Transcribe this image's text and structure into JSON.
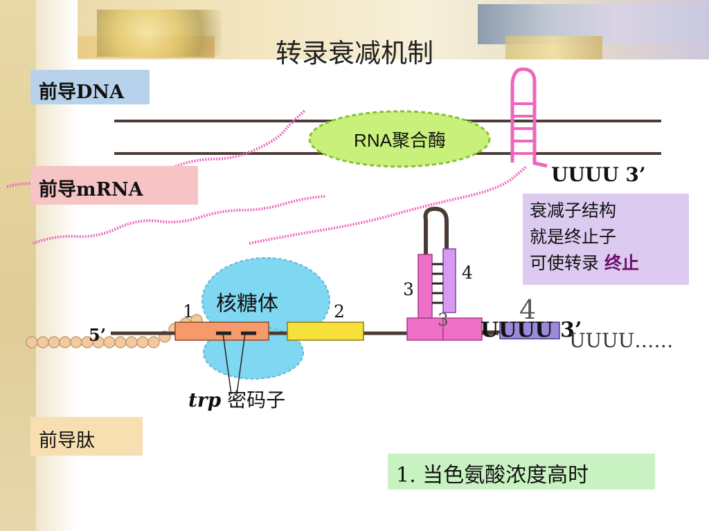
{
  "title": "转录衰减机制",
  "labels": {
    "leader_dna": "前导DNA",
    "leader_mrna": "前导mRNA",
    "leader_peptide": "前导肽",
    "rna_polymerase": "RNA聚合酶",
    "ribosome": "核糖体",
    "trp_italic": "trp",
    "codon_text": " 密码子"
  },
  "sequence_labels": {
    "uuuu_3_top": "UUUU 3’",
    "five_prime": "5’",
    "uuuu_3_mid": "UUUU 3’",
    "uuuu_dots": "UUUU……"
  },
  "region_numbers": {
    "r1": "1",
    "r2": "2",
    "r3": "3",
    "r4": "4",
    "r3b": "3",
    "r4_large": "4"
  },
  "attenuator_note": {
    "line1": "衰减子结构",
    "line2": "就是终止子",
    "line3_prefix": "可使转录 ",
    "line3_highlight": "终止"
  },
  "condition": "1. 当色氨酸浓度高时",
  "colors": {
    "dna_strand": "#4a3b34",
    "mrna": "#ee66bb",
    "polymerase_fill": "#c8f07a",
    "polymerase_border": "#86c22c",
    "ribosome": "#7fd7f2",
    "region1": "#f79a6b",
    "region2": "#f7e03a",
    "region3": "#ee6fc6",
    "region4": "#d89af0",
    "tail_box": "#9a8ad8",
    "bead": "#f2caa0"
  }
}
